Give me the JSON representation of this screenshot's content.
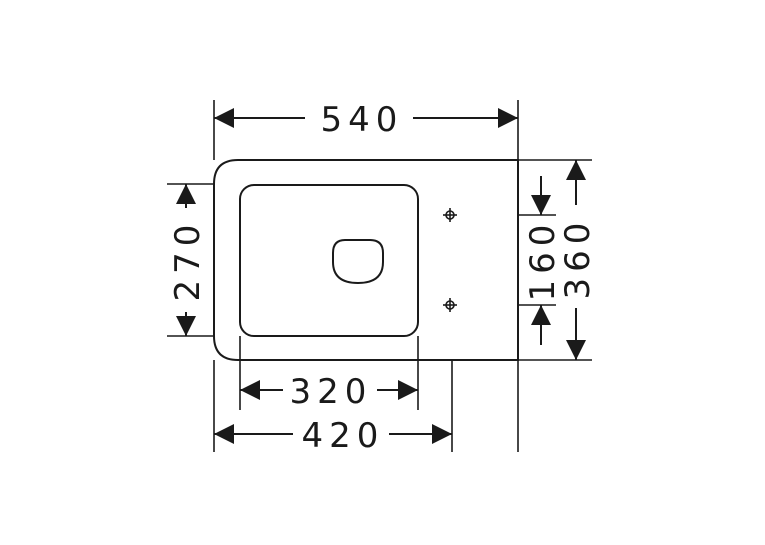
{
  "dimensions": {
    "overall_width": "540",
    "bowl_width": "320",
    "mount_width": "420",
    "left_height": "270",
    "hole_spacing": "160",
    "overall_height": "360"
  },
  "colors": {
    "line": "#1a1a1a",
    "background": "#ffffff"
  }
}
